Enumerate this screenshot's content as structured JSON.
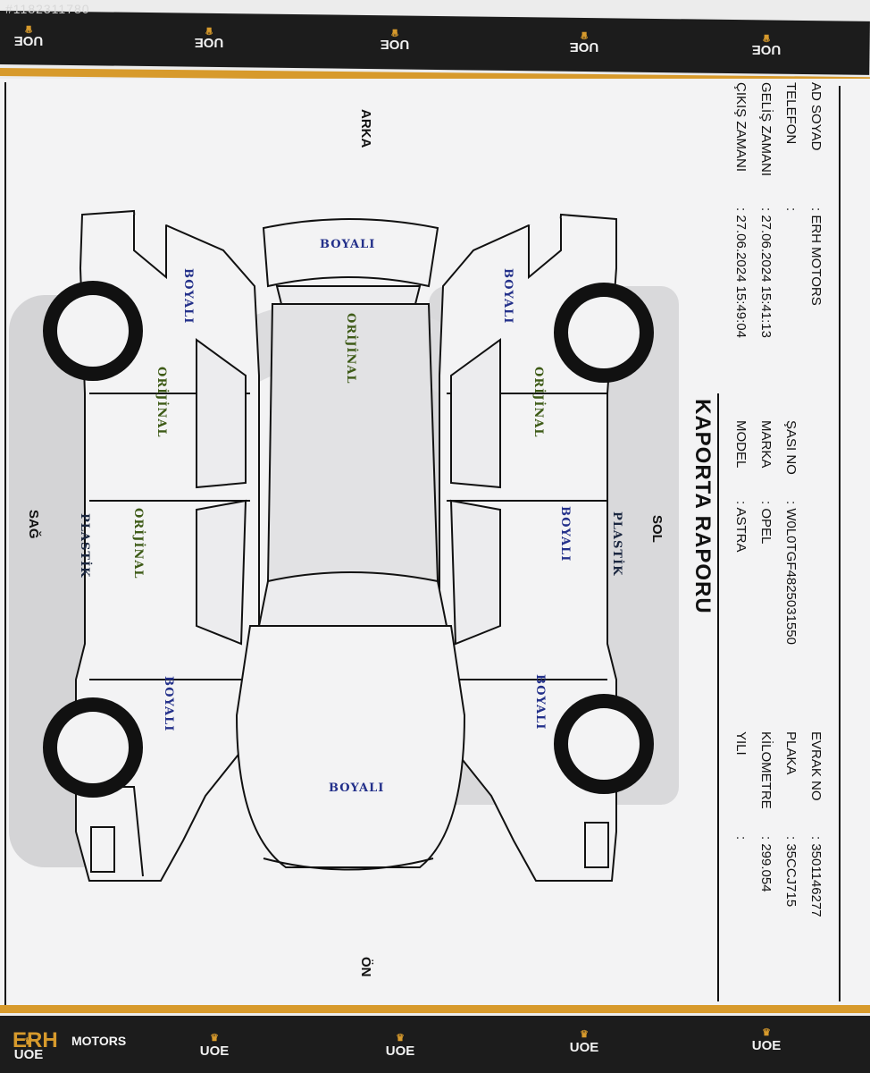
{
  "watermark_id": "#1182311780",
  "brand": {
    "band_logo": "UOE",
    "dealer_main": "ERH",
    "dealer_sub": "MOTORS"
  },
  "report": {
    "title": "KAPORTA RAPORU",
    "left_fields": [
      {
        "label": "AD SOYAD",
        "value": ": ERH MOTORS"
      },
      {
        "label": "TELEFON",
        "value": ":"
      },
      {
        "label": "GELİŞ ZAMANI",
        "value": ": 27.06.2024 15:41:13"
      },
      {
        "label": "ÇIKIŞ ZAMANI",
        "value": ": 27.06.2024 15:49:04"
      }
    ],
    "mid_fields": [
      {
        "label": "ŞASI NO",
        "value": ": W0L0TGF4825031550"
      },
      {
        "label": "MARKA",
        "value": ": OPEL"
      },
      {
        "label": "MODEL",
        "value": ": ASTRA"
      }
    ],
    "right_fields": [
      {
        "label": "EVRAK NO",
        "value": ": 3501146277"
      },
      {
        "label": "PLAKA",
        "value": ": 35CCJ715"
      },
      {
        "label": "KİLOMETRE",
        "value": ": 299.054"
      },
      {
        "label": "YILI",
        "value": ":"
      }
    ]
  },
  "directions": {
    "rear": "ARKA",
    "front": "ÖN",
    "left": "SOL",
    "right": "SAĞ"
  },
  "panels": {
    "trunk": "BOYALI",
    "roof": "ORİJİNAL",
    "hood": "BOYALI",
    "right_rear_fender": "BOYALI",
    "right_rear_door": "ORİJİNAL",
    "right_front_door": "ORİJİNAL",
    "right_front_fender": "BOYALI",
    "right_sill": "PLASTİK",
    "left_rear_fender": "BOYALI",
    "left_rear_door": "ORİJİNAL",
    "left_front_door": "BOYALI",
    "left_front_fender": "BOYALI",
    "left_sill": "PLASTİK"
  },
  "colors": {
    "painted": "#23308a",
    "original": "#3d5a16",
    "plastic": "#1b2740",
    "accent": "#d79a2c",
    "band": "#1c1c1c"
  },
  "icons": [
    "uoe-logo-icon",
    "crown-icon",
    "wheel-icon"
  ]
}
